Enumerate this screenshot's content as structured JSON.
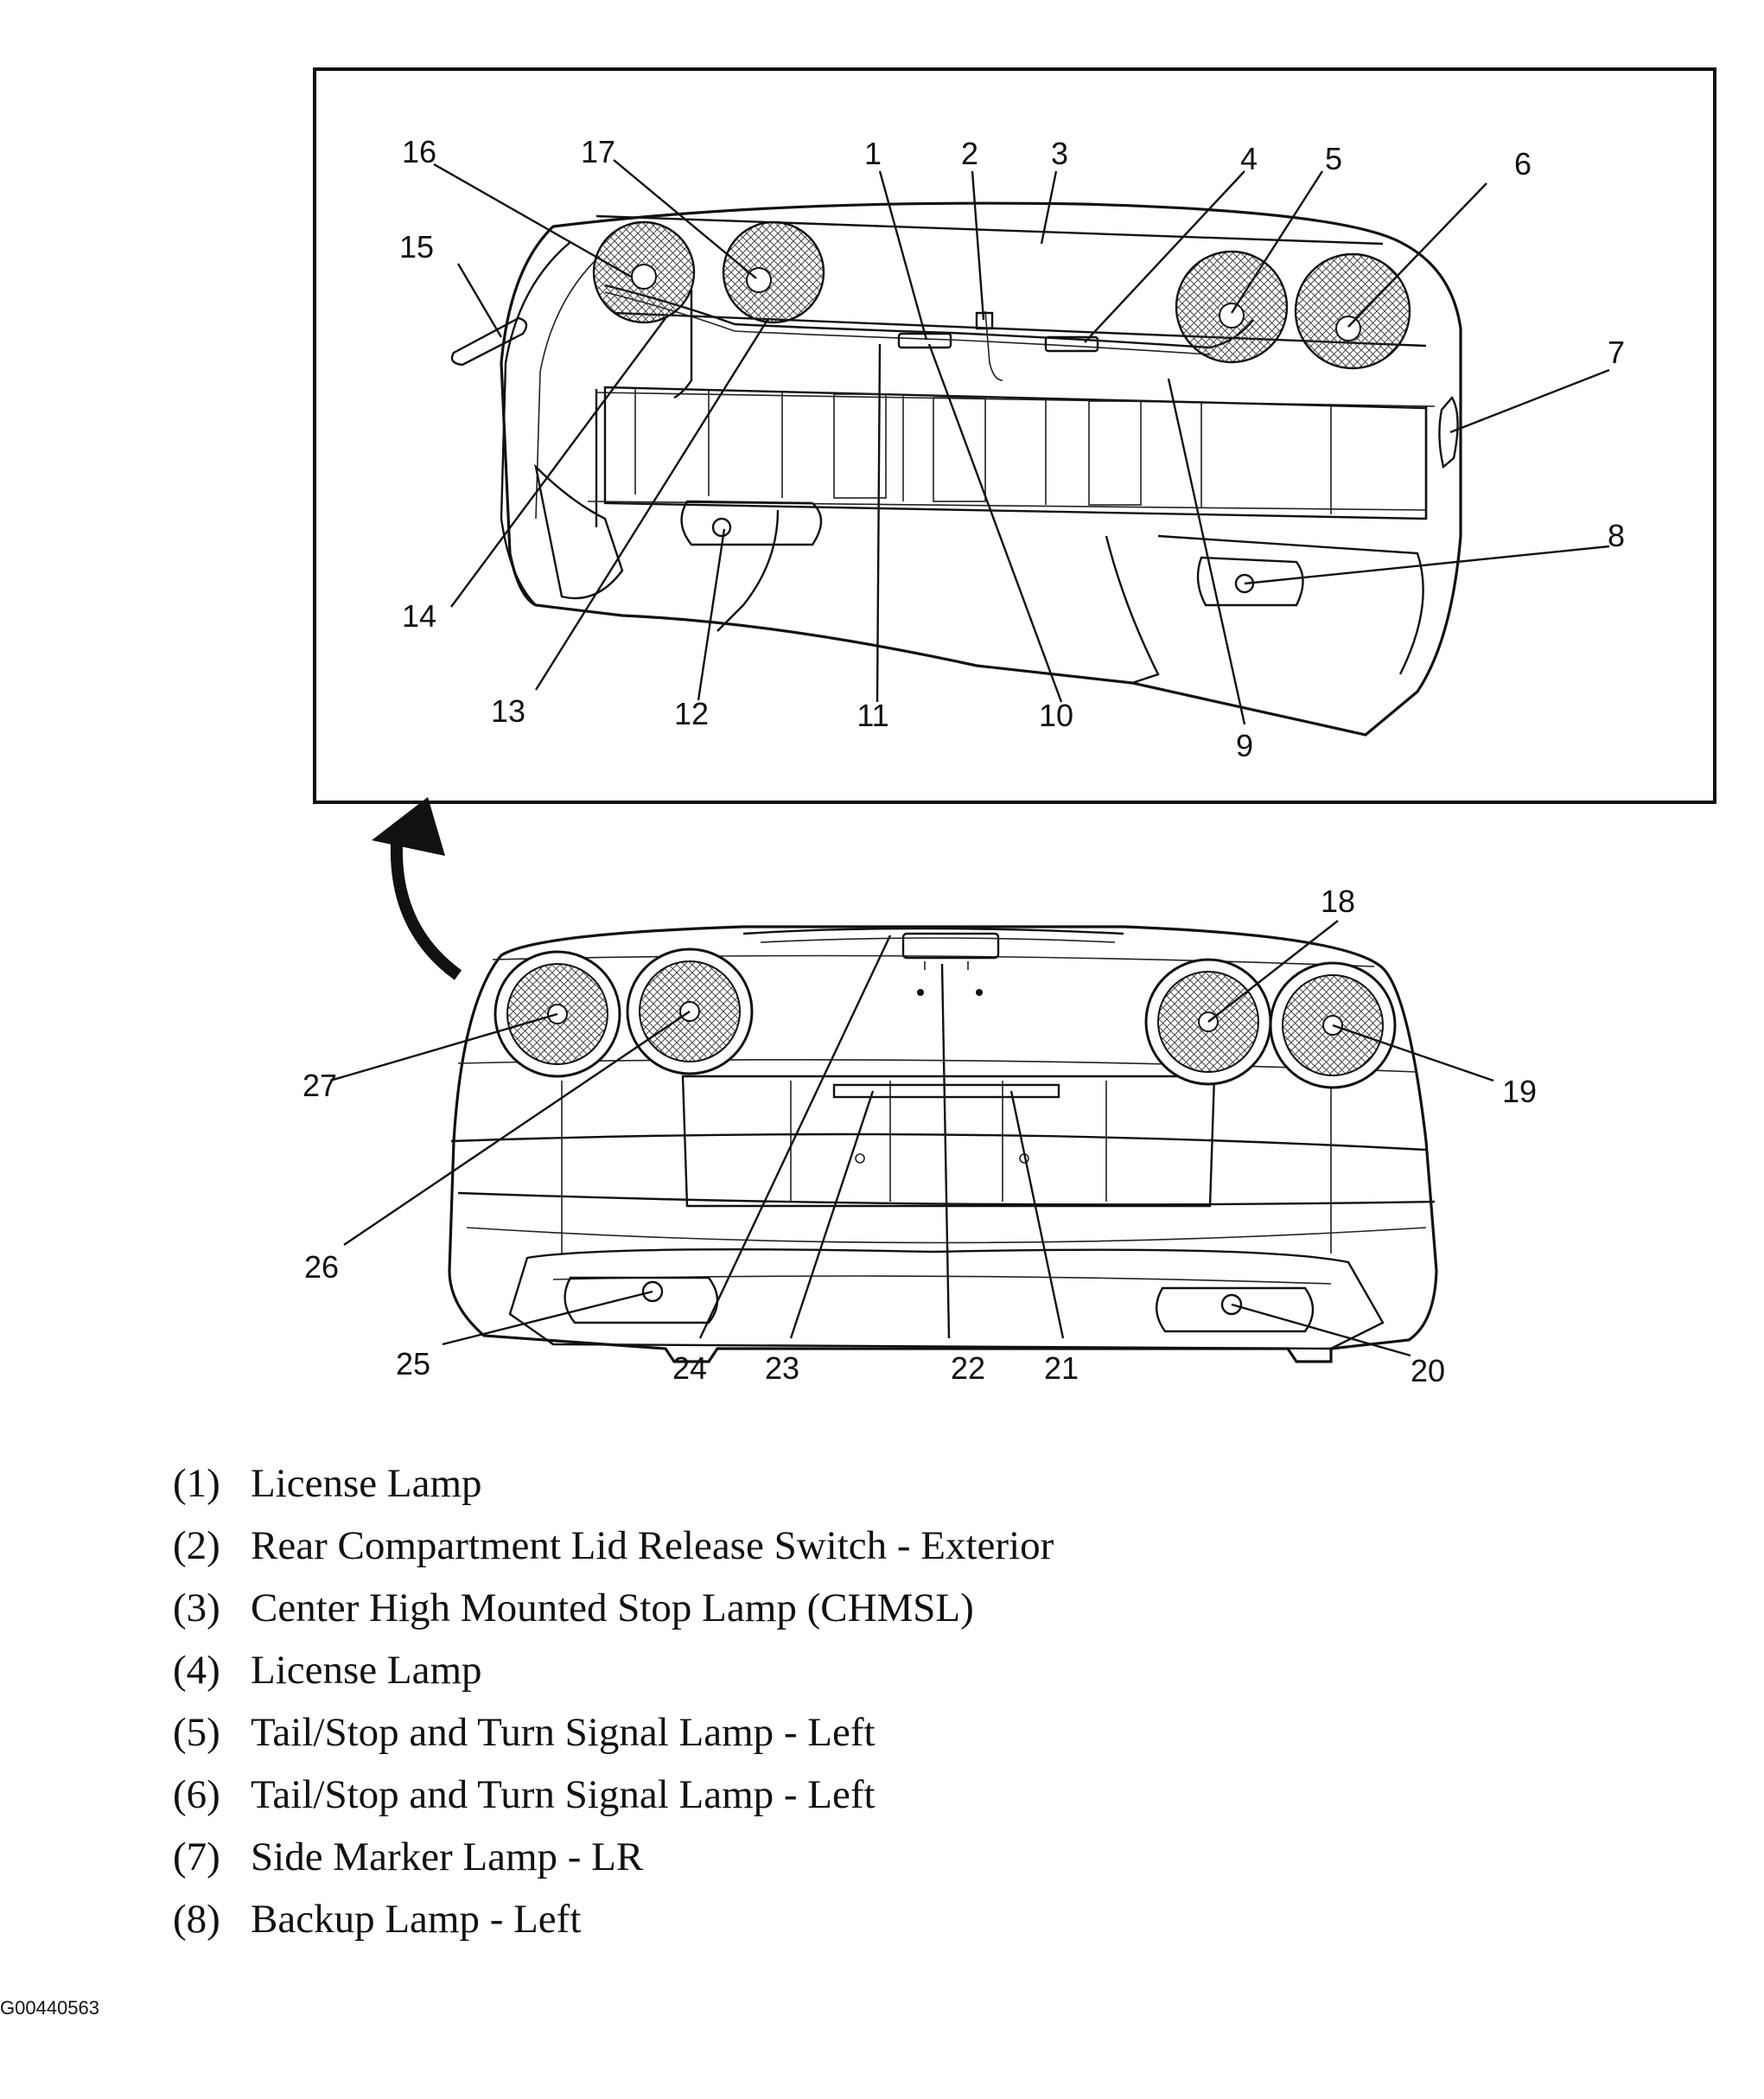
{
  "figure_id": "G00440563",
  "callouts": [
    "1",
    "2",
    "3",
    "4",
    "5",
    "6",
    "7",
    "8",
    "9",
    "10",
    "11",
    "12",
    "13",
    "14",
    "15",
    "16",
    "17",
    "18",
    "19",
    "20",
    "21",
    "22",
    "23",
    "24",
    "25",
    "26",
    "27"
  ],
  "legend": [
    {
      "num": "(1)",
      "label": "License Lamp"
    },
    {
      "num": "(2)",
      "label": "Rear Compartment Lid Release Switch - Exterior"
    },
    {
      "num": "(3)",
      "label": "Center High Mounted Stop Lamp (CHMSL)"
    },
    {
      "num": "(4)",
      "label": "License Lamp"
    },
    {
      "num": "(5)",
      "label": "Tail/Stop and Turn Signal Lamp - Left"
    },
    {
      "num": "(6)",
      "label": "Tail/Stop and Turn Signal Lamp - Left"
    },
    {
      "num": "(7)",
      "label": "Side Marker Lamp - LR"
    },
    {
      "num": "(8)",
      "label": "Backup Lamp - Left"
    }
  ]
}
